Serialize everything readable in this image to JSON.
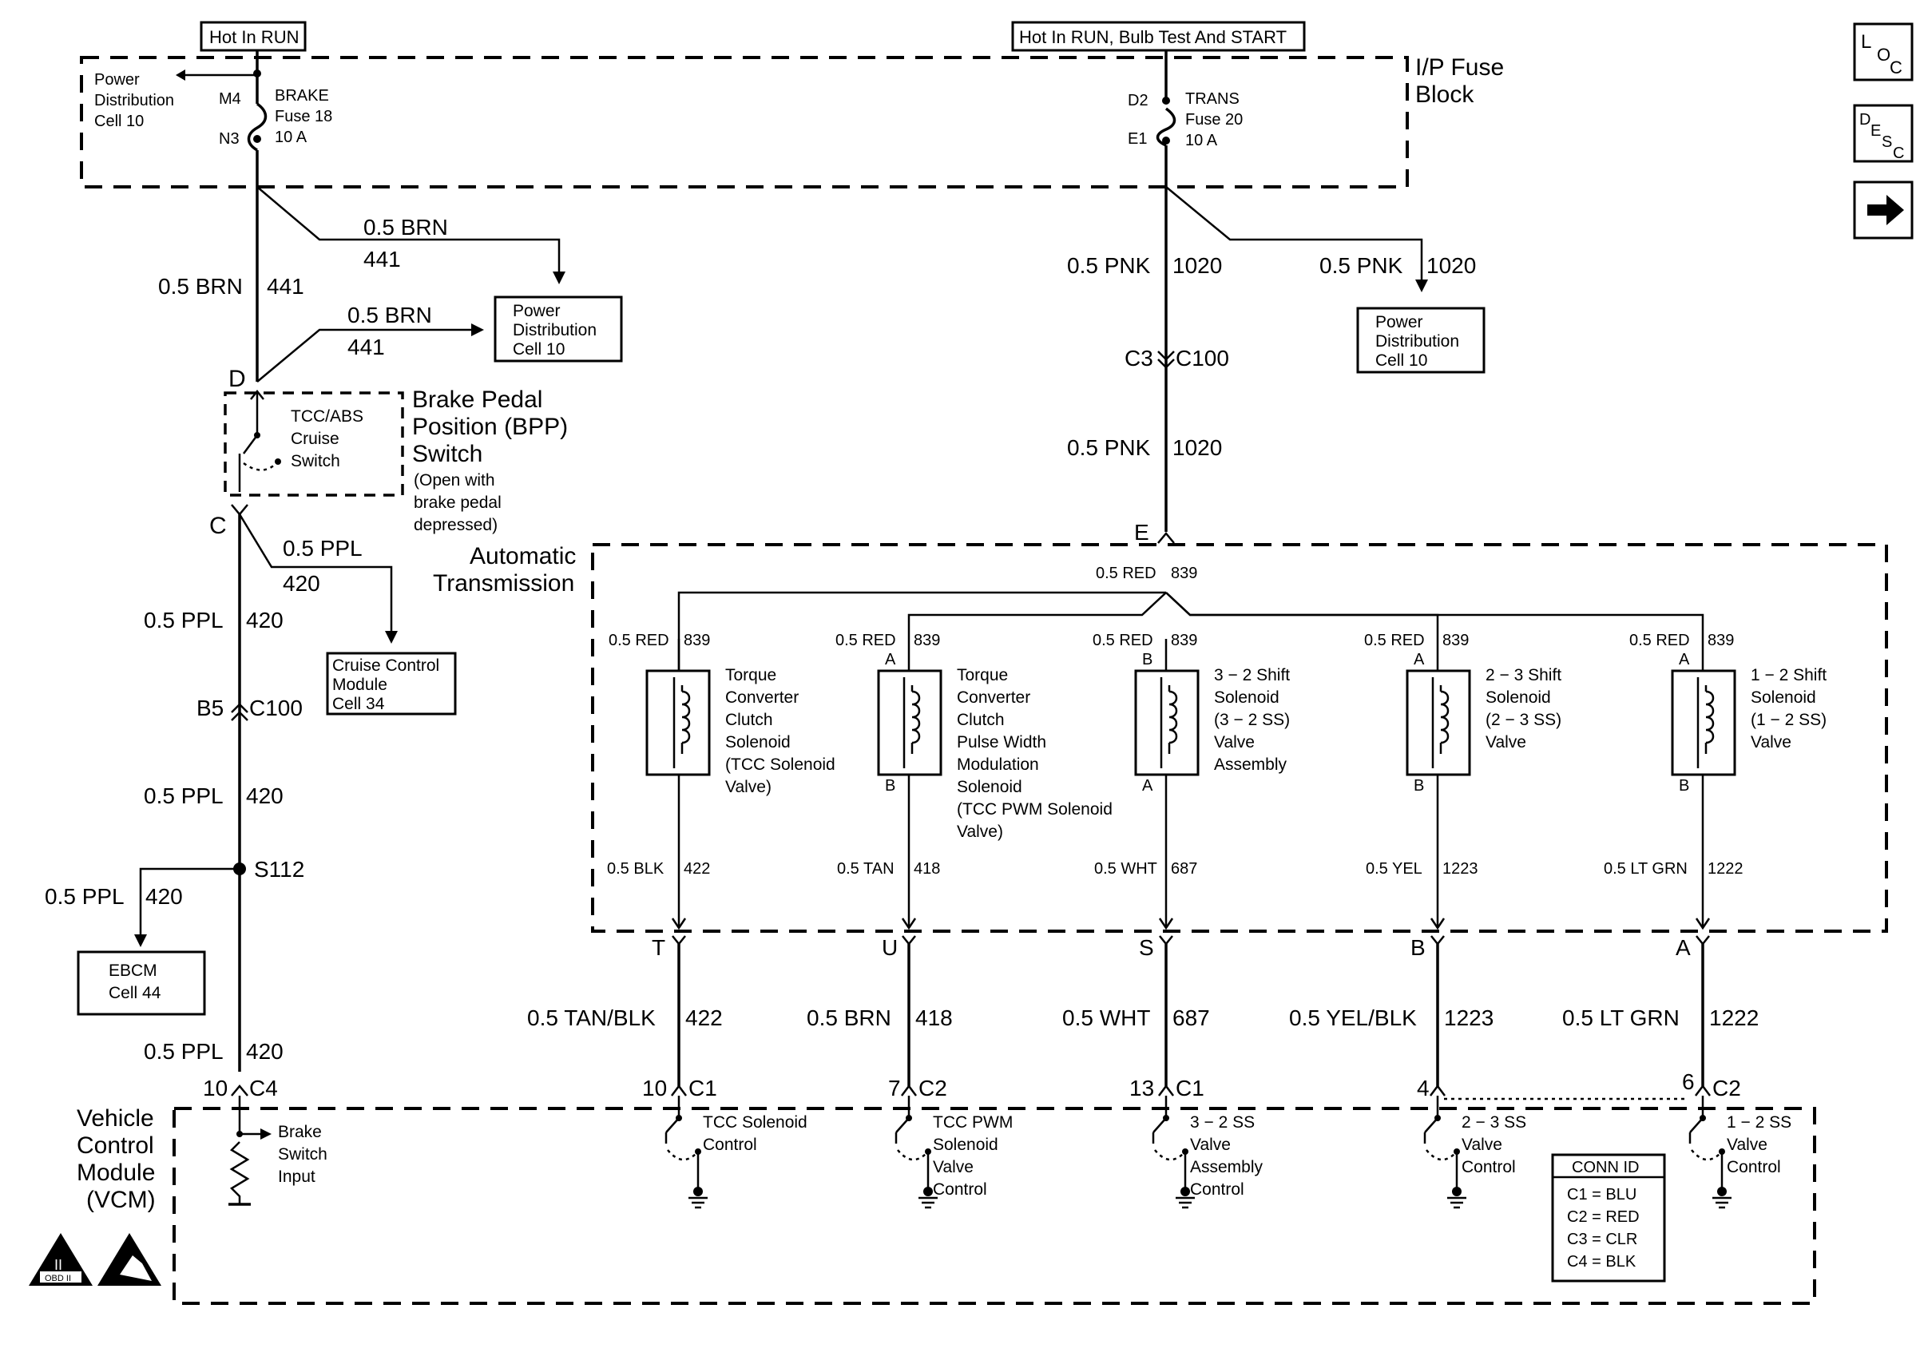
{
  "sources": {
    "left": "Hot In RUN",
    "right": "Hot In RUN, Bulb Test And START"
  },
  "fuse_block": {
    "title_line1": "I/P Fuse",
    "title_line2": "Block",
    "pd_line1": "Power",
    "pd_line2": "Distribution",
    "pd_line3": "Cell 10",
    "brake_fuse": {
      "pin_top": "M4",
      "pin_bottom": "N3",
      "line1": "BRAKE",
      "line2": "Fuse 18",
      "line3": "10 A"
    },
    "trans_fuse": {
      "pin_top": "D2",
      "pin_bottom": "E1",
      "line1": "TRANS",
      "line2": "Fuse 20",
      "line3": "10 A"
    }
  },
  "side_icons": {
    "loc_main": "L",
    "loc_sub": "O",
    "loc_sub2": "C",
    "desc_main": "D",
    "desc_sub": "E",
    "desc_sub2": "S",
    "desc_sub3": "C",
    "arrow": "➡"
  },
  "left_branch": {
    "wire_441_size": "0.5 BRN",
    "wire_441_num": "441",
    "branch1_size": "0.5 BRN",
    "branch1_num": "441",
    "branch2_size": "0.5 BRN",
    "branch2_num": "441",
    "pd_box": {
      "line1": "Power",
      "line2": "Distribution",
      "line3": "Cell 10"
    },
    "switch": {
      "pin_top": "D",
      "pin_bottom": "C",
      "inner_line1": "TCC/ABS",
      "inner_line2": "Cruise",
      "inner_line3": "Switch",
      "title_line1": "Brake Pedal",
      "title_line2": "Position (BPP)",
      "title_line3": "Switch",
      "note_line1": "(Open with",
      "note_line2": "brake pedal",
      "note_line3": "depressed)"
    },
    "ppl_branch_size": "0.5 PPL",
    "ppl_branch_num": "420",
    "cruise_box": {
      "line1": "Cruise Control",
      "line2": "Module",
      "line3": "Cell 34"
    },
    "wire_420a_size": "0.5 PPL",
    "wire_420a_num": "420",
    "c100": {
      "left": "B5",
      "right": "C100"
    },
    "wire_420b_size": "0.5 PPL",
    "wire_420b_num": "420",
    "splice": "S112",
    "ebcm_wire_size": "0.5 PPL",
    "ebcm_wire_num": "420",
    "ebcm_box": {
      "line1": "EBCM",
      "line2": "Cell 44"
    },
    "wire_420c_size": "0.5 PPL",
    "wire_420c_num": "420",
    "vcm_pin": {
      "left": "10",
      "right": "C4"
    }
  },
  "right_branch": {
    "wire_1020_size": "0.5 PNK",
    "wire_1020_num": "1020",
    "branch_size": "0.5 PNK",
    "branch_num": "1020",
    "pd_box": {
      "line1": "Power",
      "line2": "Distribution",
      "line3": "Cell 10"
    },
    "c3": {
      "left": "C3",
      "right": "C100"
    },
    "wire_1020b_size": "0.5 PNK",
    "wire_1020b_num": "1020"
  },
  "transmission": {
    "title_line1": "Automatic",
    "title_line2": "Transmission",
    "pin_e": "E",
    "bus_size": "0.5 RED",
    "bus_num": "839",
    "solenoids": [
      {
        "in_size": "0.5 RED",
        "in_num": "839",
        "pin_a": "",
        "pin_b": "",
        "lines": [
          "Torque",
          "Converter",
          "Clutch",
          "Solenoid",
          "(TCC Solenoid",
          "Valve)"
        ],
        "out_size": "0.5 BLK",
        "out_num": "422",
        "conn_pin": "T",
        "harness_size": "0.5 TAN/BLK",
        "harness_num": "422",
        "vcm_pin": "10",
        "vcm_conn": "C1",
        "vcm_lines": [
          "TCC Solenoid",
          "Control"
        ]
      },
      {
        "in_size": "0.5 RED",
        "in_num": "839",
        "pin_a": "A",
        "pin_b": "B",
        "lines": [
          "Torque",
          "Converter",
          "Clutch",
          "Pulse Width",
          "Modulation",
          "Solenoid",
          "(TCC PWM Solenoid",
          "Valve)"
        ],
        "out_size": "0.5 TAN",
        "out_num": "418",
        "conn_pin": "U",
        "harness_size": "0.5 BRN",
        "harness_num": "418",
        "vcm_pin": "7",
        "vcm_conn": "C2",
        "vcm_lines": [
          "TCC PWM",
          "Solenoid",
          "Valve",
          "Control"
        ]
      },
      {
        "in_size": "0.5 RED",
        "in_num": "839",
        "pin_a": "B",
        "pin_b": "A",
        "lines": [
          "3 − 2 Shift",
          "Solenoid",
          "(3 − 2 SS)",
          "Valve",
          "Assembly"
        ],
        "out_size": "0.5 WHT",
        "out_num": "687",
        "conn_pin": "S",
        "harness_size": "0.5 WHT",
        "harness_num": "687",
        "vcm_pin": "13",
        "vcm_conn": "C1",
        "vcm_lines": [
          "3 − 2 SS",
          "Valve",
          "Assembly",
          "Control"
        ]
      },
      {
        "in_size": "0.5 RED",
        "in_num": "839",
        "pin_a": "A",
        "pin_b": "B",
        "lines": [
          "2 − 3 Shift",
          "Solenoid",
          "(2 − 3 SS)",
          "Valve"
        ],
        "out_size": "0.5 YEL",
        "out_num": "1223",
        "conn_pin": "B",
        "harness_size": "0.5 YEL/BLK",
        "harness_num": "1223",
        "vcm_pin": "4",
        "vcm_conn": "",
        "vcm_lines": [
          "2 − 3 SS",
          "Valve",
          "Control"
        ]
      },
      {
        "in_size": "0.5 RED",
        "in_num": "839",
        "pin_a": "A",
        "pin_b": "B",
        "lines": [
          "1 − 2 Shift",
          "Solenoid",
          "(1 − 2 SS)",
          "Valve"
        ],
        "out_size": "0.5 LT GRN",
        "out_num": "1222",
        "conn_pin": "A",
        "harness_size": "0.5 LT GRN",
        "harness_num": "1222",
        "vcm_pin": "6",
        "vcm_conn": "C2",
        "vcm_lines": [
          "1 − 2 SS",
          "Valve",
          "Control"
        ]
      }
    ]
  },
  "vcm": {
    "title_line1": "Vehicle",
    "title_line2": "Control",
    "title_line3": "Module",
    "title_line4": "(VCM)",
    "brake_line1": "Brake",
    "brake_line2": "Switch",
    "brake_line3": "Input",
    "conn_id": {
      "title": "CONN ID",
      "rows": [
        "C1 = BLU",
        "C2 = RED",
        "C3 = CLR",
        "C4 = BLK"
      ]
    },
    "obd_label": "OBD II",
    "obd_mark": "II"
  }
}
